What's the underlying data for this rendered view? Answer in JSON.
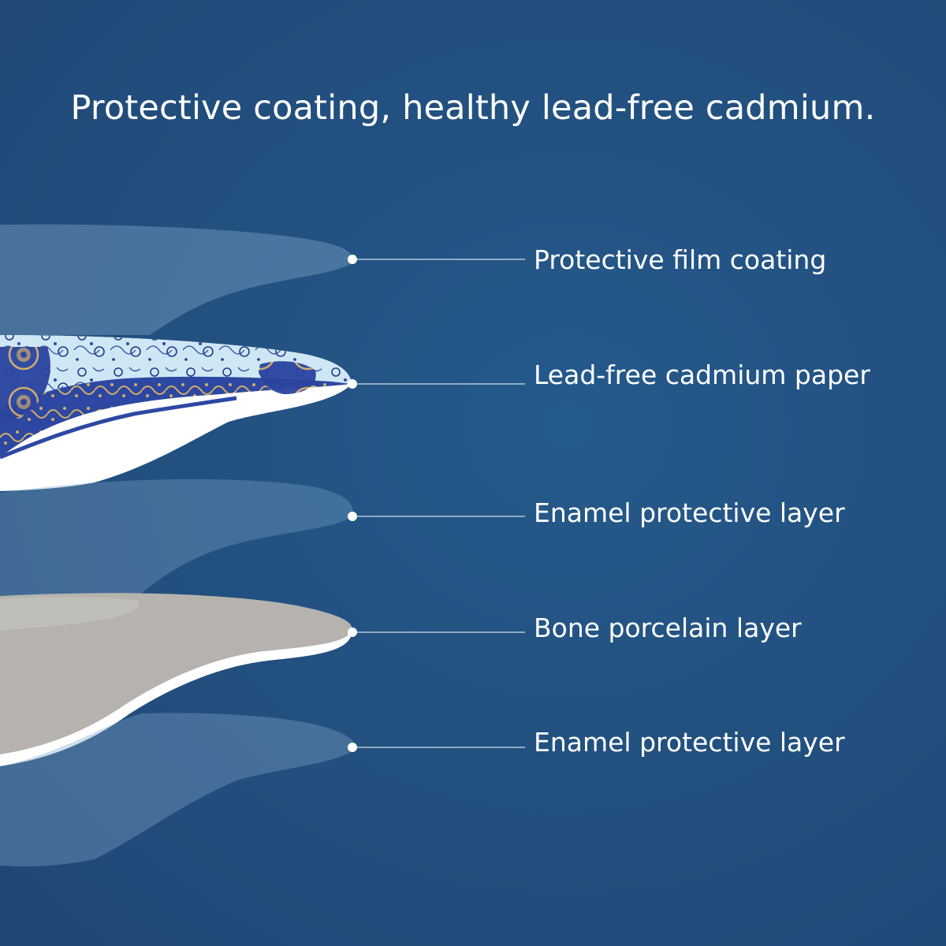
{
  "headline": "Protective coating, healthy lead-free cadmium.",
  "colors": {
    "background": "#224f7e",
    "translucent_layer": "#7ea6c8",
    "porcelain_gray": "#b6b3ae",
    "porcelain_edge": "#ffffff",
    "pattern_blue": "#2f4fa8",
    "pattern_gold": "#c9a25a",
    "leader_line": "#ffffff"
  },
  "layers": [
    {
      "label": "Protective film coating"
    },
    {
      "label": "Lead-free cadmium paper"
    },
    {
      "label": "Enamel protective layer"
    },
    {
      "label": "Bone porcelain layer"
    },
    {
      "label": "Enamel protective layer"
    }
  ]
}
